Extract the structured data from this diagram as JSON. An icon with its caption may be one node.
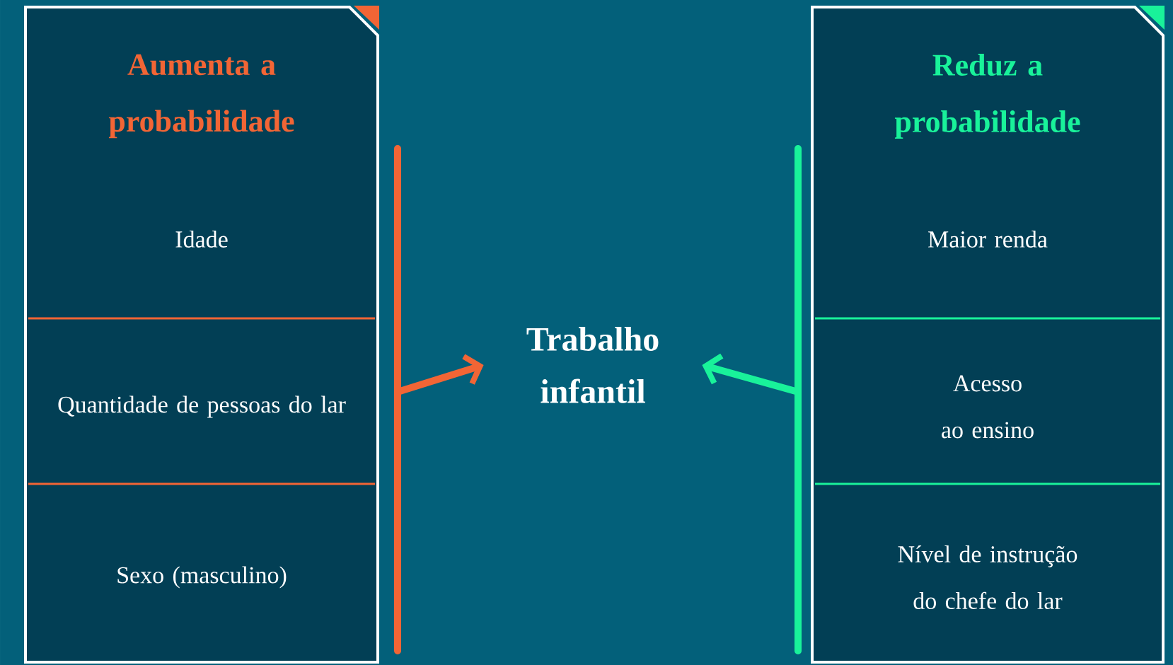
{
  "diagram": {
    "nodes": [
      {
        "text": [
          "Aumenta a probabilidade"
        ]
      },
      {
        "text": [
          "Idade"
        ],
        "in": 0
      },
      {
        "text": [
          "Quantidade de pessoas do lar"
        ],
        "in": 0
      },
      {
        "text": [
          "Sexo (masculino)"
        ],
        "in": 0
      },
      {
        "text": [
          "Reduz a probabilidade"
        ]
      },
      {
        "text": [
          "Maior renda"
        ],
        "in": 4
      },
      {
        "text": [
          "Acesso ao ensino"
        ],
        "in": 4
      },
      {
        "text": [
          "Nível de instrução do chefe do lar"
        ],
        "in": 4
      },
      {
        "text": [
          "Trabalho infantil"
        ]
      }
    ],
    "edges": [
      {
        "from": 0,
        "to": 8,
        "arrow": "to",
        "color": "#f26535"
      },
      {
        "from": 4,
        "to": 8,
        "arrow": "to",
        "color": "#19f29a"
      }
    ]
  }
}
